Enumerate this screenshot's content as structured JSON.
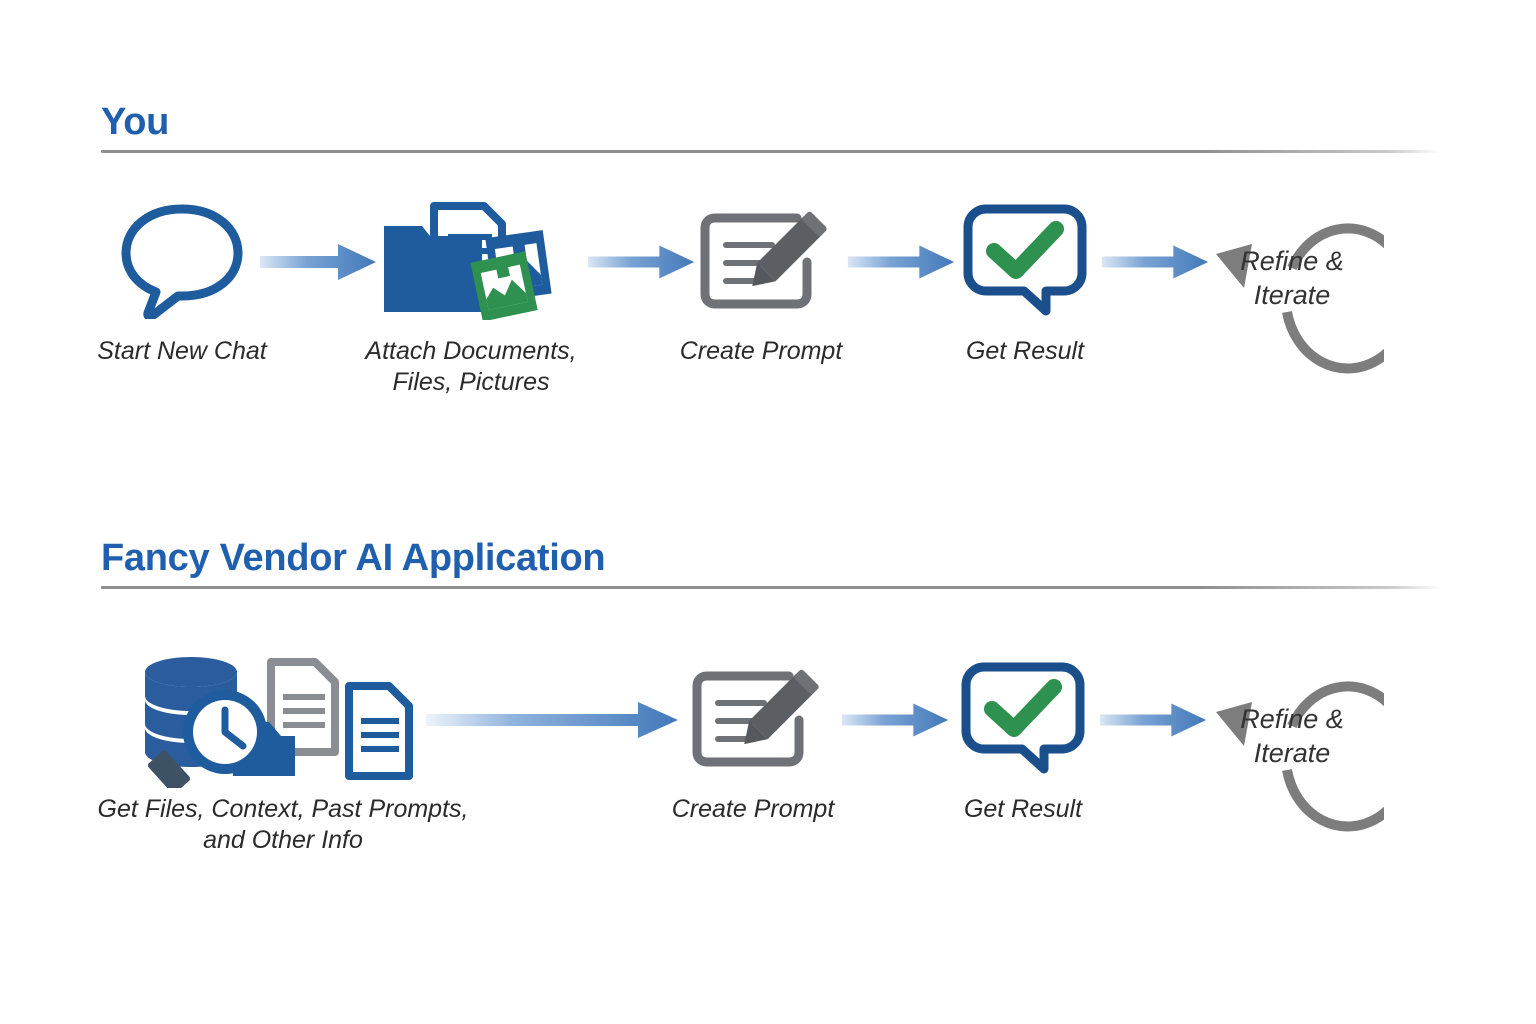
{
  "page": {
    "background": "#ffffff",
    "accent_blue": "#1F5FAD",
    "icon_blue": "#1F5C9E",
    "icon_blue_dark": "#1B4F8C",
    "icon_green": "#2E9150",
    "icon_gray": "#6E7176",
    "arrow_blue": "#4A7EBB",
    "rule_gray": "#8f8f8f"
  },
  "sections": [
    {
      "id": "you",
      "title": "You",
      "steps": [
        {
          "id": "start-new-chat",
          "label": "Start New Chat",
          "icon": "speech-bubble-icon"
        },
        {
          "id": "attach-files",
          "label": "Attach Documents,\nFiles, Pictures",
          "icon": "folder-documents-pictures-icon"
        },
        {
          "id": "create-prompt",
          "label": "Create Prompt",
          "icon": "notepad-pencil-icon"
        },
        {
          "id": "get-result",
          "label": "Get Result",
          "icon": "checkmark-speech-bubble-icon"
        },
        {
          "id": "refine-iterate",
          "label": "Refine &\nIterate",
          "icon": "circular-arrow-icon"
        }
      ],
      "arrows": [
        {
          "id": "arrow-chat-to-attach",
          "kind": "short"
        },
        {
          "id": "arrow-attach-to-prompt",
          "kind": "short"
        },
        {
          "id": "arrow-prompt-to-result",
          "kind": "short"
        },
        {
          "id": "arrow-result-to-refine",
          "kind": "short"
        }
      ]
    },
    {
      "id": "fancy-vendor-ai-application",
      "title": "Fancy Vendor AI Application",
      "steps": [
        {
          "id": "get-files-context",
          "label": "Get Files, Context, Past Prompts,\nand Other Info",
          "icon": "database-clock-documents-icon"
        },
        {
          "id": "create-prompt",
          "label": "Create Prompt",
          "icon": "notepad-pencil-icon"
        },
        {
          "id": "get-result",
          "label": "Get Result",
          "icon": "checkmark-speech-bubble-icon"
        },
        {
          "id": "refine-iterate",
          "label": "Refine &\nIterate",
          "icon": "circular-arrow-icon"
        }
      ],
      "arrows": [
        {
          "id": "arrow-files-to-prompt",
          "kind": "long"
        },
        {
          "id": "arrow-prompt-to-result",
          "kind": "short"
        },
        {
          "id": "arrow-result-to-refine",
          "kind": "short"
        }
      ]
    }
  ]
}
